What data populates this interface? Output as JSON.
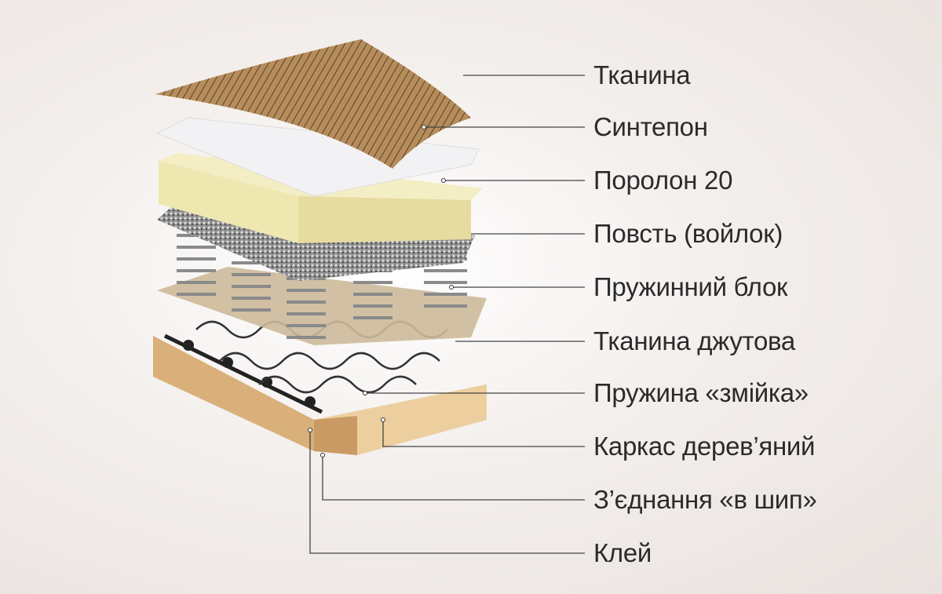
{
  "labels": [
    "Тканина",
    "Синтепон",
    "Поролон 20",
    "Повсть (войлок)",
    "Пружинний блок",
    "Тканина джутова",
    "Пружина «змійка»",
    "Каркас дерев’яний",
    "З’єднання «в шип»",
    "Клей"
  ],
  "colors": {
    "background": "#ece6e3",
    "text": "#2b2b2b",
    "line": "#444444",
    "fabric": "#b08a5a",
    "foam": "#efe9b8",
    "wood": "#e8c899"
  }
}
